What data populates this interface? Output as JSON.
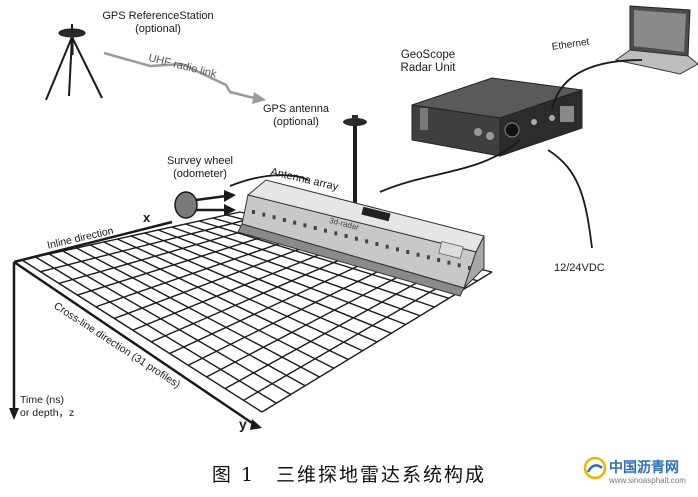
{
  "labels": {
    "gps_ref_station": "GPS ReferenceStation",
    "gps_ref_optional": "(optional)",
    "uhf_link": "UHF radio link",
    "gps_antenna": "GPS antenna",
    "gps_antenna_optional": "(optional)",
    "geoscope_line1": "GeoScope",
    "geoscope_line2": "Radar Unit",
    "ethernet": "Ethernet",
    "survey_wheel": "Survey wheel",
    "survey_wheel_sub": "(odometer)",
    "antenna_array": "Antenna array",
    "radar_brand": "3d-radar",
    "inline_direction": "Inline direction",
    "axis_x": "x",
    "crossline_direction": "Cross-line direction (31 profiles)",
    "time_line1": "Time (ns)",
    "time_line2": "or depth，z",
    "axis_y": "y",
    "power": "12/24VDC"
  },
  "caption": "图 1　三维探地雷达系统构成",
  "watermark": {
    "name": "中国沥青网",
    "url": "www.sinoasphalt.com"
  },
  "colors": {
    "line": "#1a1a1a",
    "uhf_arrow": "#9a9a9a",
    "radar_body": "#d4d4d4",
    "unit_body": "#3a3a3a",
    "watermark_blue": "#2d6fb7"
  }
}
